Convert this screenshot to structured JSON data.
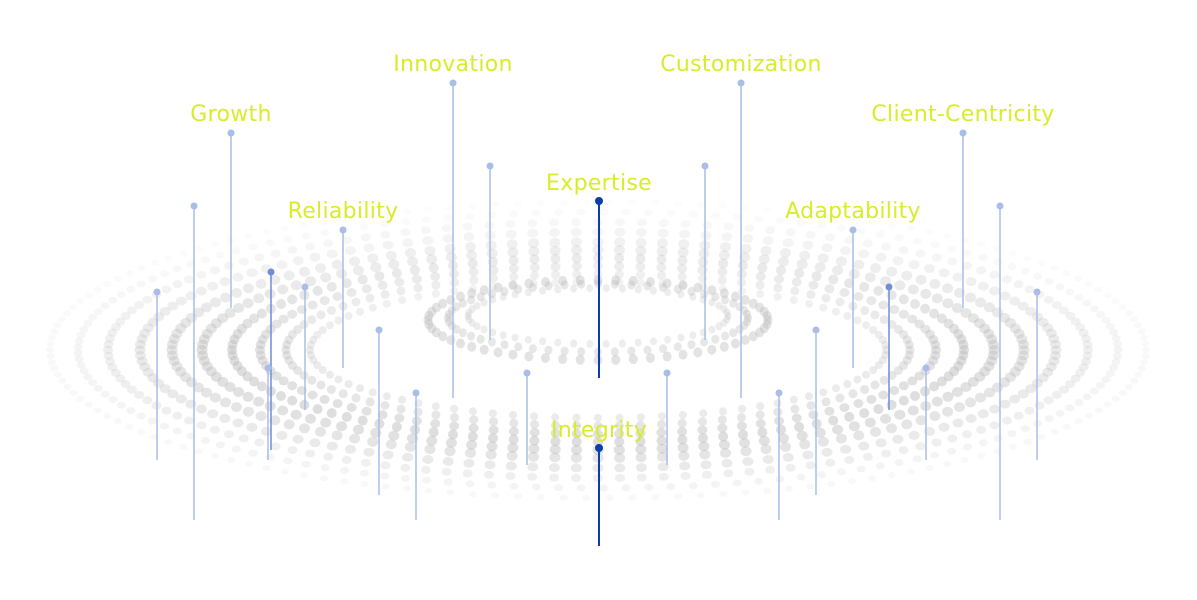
{
  "diagram": {
    "title_hidden": false,
    "colors": {
      "label": "#d9ec2a",
      "pin_light": "#a9bde6",
      "pin_mid": "#6f8fd4",
      "pin_dark": "#0a3ea8",
      "dot": "#bdbdbd"
    },
    "values": [
      {
        "name": "innovation",
        "text": "Innovation"
      },
      {
        "name": "customization",
        "text": "Customization"
      },
      {
        "name": "growth",
        "text": "Growth"
      },
      {
        "name": "client-centricity",
        "text": "Client-Centricity"
      },
      {
        "name": "expertise",
        "text": "Expertise"
      },
      {
        "name": "reliability",
        "text": "Reliability"
      },
      {
        "name": "adaptability",
        "text": "Adaptability"
      },
      {
        "name": "integrity",
        "text": "Integrity"
      }
    ]
  }
}
